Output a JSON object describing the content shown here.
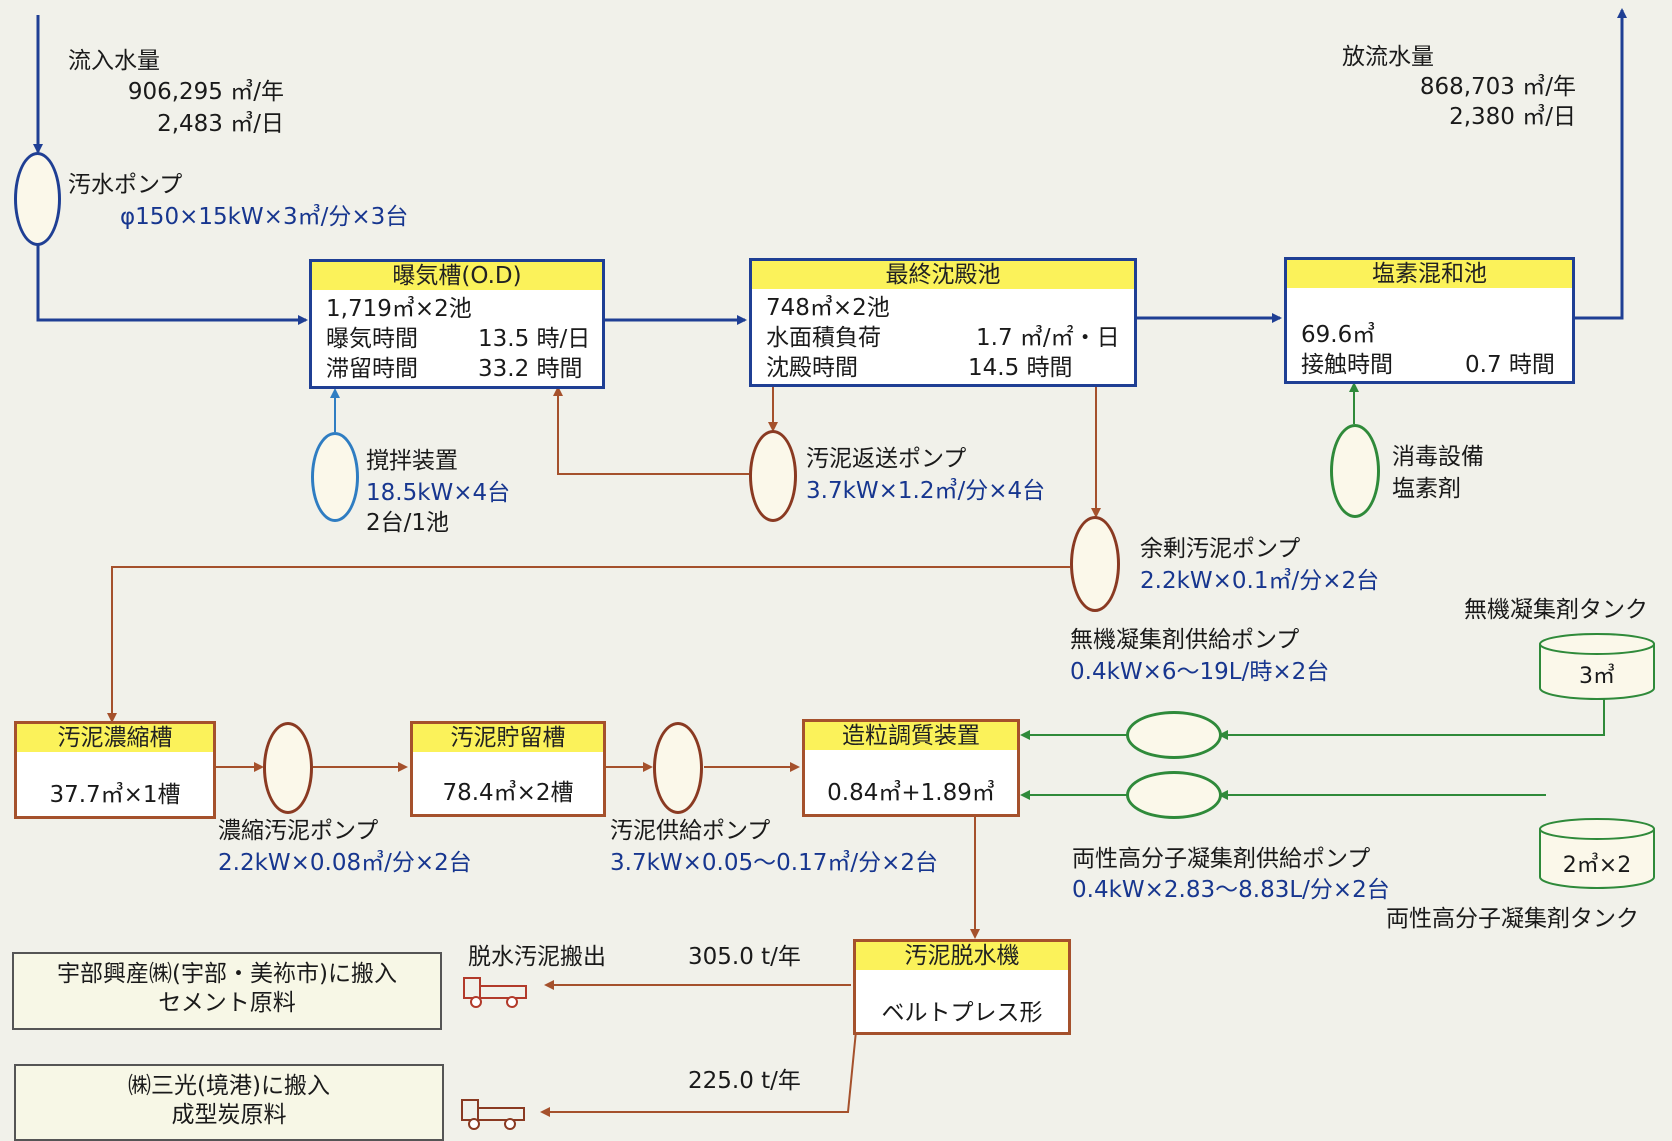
{
  "inflow": {
    "title": "流入水量",
    "annual": "906,295 ㎥/年",
    "daily": "2,483 ㎥/日"
  },
  "outflow": {
    "title": "放流水量",
    "annual": "868,703 ㎥/年",
    "daily": "2,380 ㎥/日"
  },
  "sewage_pump": {
    "name": "汚水ポンプ",
    "spec": "φ150×15kW×3㎥/分×3台"
  },
  "aeration_tank": {
    "title": "曝気槽(O.D)",
    "capacity": "1,719㎥×2池",
    "rows": [
      {
        "label": "曝気時間",
        "value": "13.5 時/日"
      },
      {
        "label": "滞留時間",
        "value": "33.2 時間"
      }
    ]
  },
  "final_settling": {
    "title": "最終沈殿池",
    "capacity": "748㎥×2池",
    "rows": [
      {
        "label": "水面積負荷",
        "value": "1.7 ㎥/㎡・日"
      },
      {
        "label": "沈殿時間",
        "value": "14.5 時間"
      }
    ]
  },
  "chlorine_tank": {
    "title": "塩素混和池",
    "capacity": "69.6㎥",
    "rows": [
      {
        "label": "接触時間",
        "value": "0.7 時間"
      }
    ]
  },
  "mixer": {
    "name": "撹拌装置",
    "spec": "18.5kW×4台",
    "note": "2台/1池"
  },
  "return_pump": {
    "name": "汚泥返送ポンプ",
    "spec": "3.7kW×1.2㎥/分×4台"
  },
  "disinfection": {
    "line1": "消毒設備",
    "line2": "塩素剤"
  },
  "excess_pump": {
    "name": "余剰汚泥ポンプ",
    "spec": "2.2kW×0.1㎥/分×2台"
  },
  "inorganic_pump": {
    "name": "無機凝集剤供給ポンプ",
    "spec": "0.4kW×6〜19L/時×2台"
  },
  "inorganic_tank": {
    "name": "無機凝集剤タンク",
    "volume": "3㎥"
  },
  "polymer_pump": {
    "name": "両性高分子凝集剤供給ポンプ",
    "spec": "0.4kW×2.83〜8.83L/分×2台"
  },
  "polymer_tank": {
    "name": "両性高分子凝集剤タンク",
    "volume": "2㎥×2"
  },
  "thickener": {
    "title": "汚泥濃縮槽",
    "capacity": "37.7㎥×1槽"
  },
  "thick_pump": {
    "name": "濃縮汚泥ポンプ",
    "spec": "2.2kW×0.08㎥/分×2台"
  },
  "storage_tank": {
    "title": "汚泥貯留槽",
    "capacity": "78.4㎥×2槽"
  },
  "supply_pump": {
    "name": "汚泥供給ポンプ",
    "spec": "3.7kW×0.05〜0.17㎥/分×2台"
  },
  "granulator": {
    "title": "造粒調質装置",
    "capacity": "0.84㎥+1.89㎥"
  },
  "dewatering": {
    "title": "汚泥脱水機",
    "type": "ベルトプレス形"
  },
  "export": {
    "label": "脱水汚泥搬出",
    "amount1": "305.0 t/年",
    "amount2": "225.0 t/年"
  },
  "dest1": {
    "line1": "宇部興産㈱(宇部・美袮市)に搬入",
    "line2": "セメント原料"
  },
  "dest2": {
    "line1": "㈱三光(境港)に搬入",
    "line2": "成型炭原料"
  },
  "colors": {
    "blue": "#1f3f94",
    "brown": "#a5512c",
    "green": "#2f8a3a",
    "yellow": "#fbf25a"
  },
  "icons": [
    "pump-icon",
    "tank-icon",
    "truck-icon",
    "arrow-icon"
  ]
}
